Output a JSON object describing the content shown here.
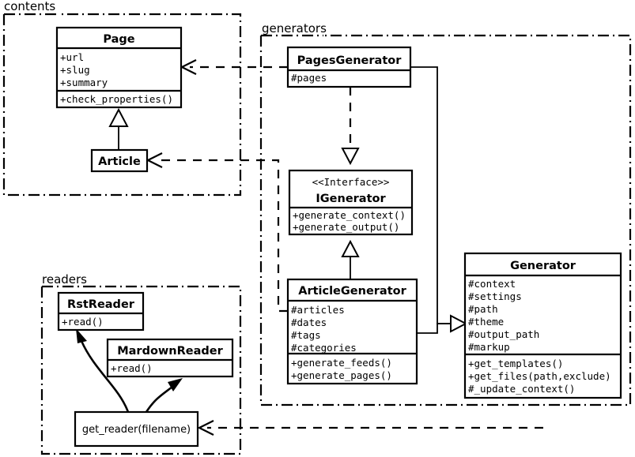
{
  "diagram": {
    "kind": "uml-class-diagram",
    "packages": [
      {
        "id": "contents",
        "label": "contents"
      },
      {
        "id": "generators",
        "label": "generators"
      },
      {
        "id": "readers",
        "label": "readers"
      }
    ],
    "classes": {
      "page": {
        "name": "Page",
        "attributes": [
          "+url",
          "+slug",
          "+summary"
        ],
        "operations": [
          "+check_properties()"
        ]
      },
      "article": {
        "name": "Article",
        "attributes": [],
        "operations": []
      },
      "pages_generator": {
        "name": "PagesGenerator",
        "attributes": [
          "#pages"
        ],
        "operations": []
      },
      "igenerator": {
        "stereotype": "<<Interface>>",
        "name": "IGenerator",
        "attributes": [],
        "operations": [
          "+generate_context()",
          "+generate_output()"
        ]
      },
      "article_generator": {
        "name": "ArticleGenerator",
        "attributes": [
          "#articles",
          "#dates",
          "#tags",
          "#categories"
        ],
        "operations": [
          "+generate_feeds()",
          "+generate_pages()"
        ]
      },
      "generator": {
        "name": "Generator",
        "attributes": [
          "#context",
          "#settings",
          "#path",
          "#theme",
          "#output_path",
          "#markup"
        ],
        "operations": [
          "+get_templates()",
          "+get_files(path,exclude)",
          "#_update_context()"
        ]
      },
      "rst_reader": {
        "name": "RstReader",
        "attributes": [],
        "operations": [
          "+read()"
        ]
      },
      "mardown_reader": {
        "name": "MardownReader",
        "attributes": [],
        "operations": [
          "+read()"
        ]
      }
    },
    "functions": {
      "get_reader": {
        "label": "get_reader(filename)"
      }
    },
    "relations": [
      {
        "name": "article-generalizes-page",
        "type": "generalization",
        "from": "article",
        "to": "page"
      },
      {
        "name": "pagesgenerator-realizes-igenerator",
        "type": "realization",
        "from": "pages_generator",
        "to": "igenerator"
      },
      {
        "name": "articlegenerator-realizes-igenerator",
        "type": "generalization",
        "from": "article_generator",
        "to": "igenerator"
      },
      {
        "name": "pagesgenerator-generalizes-generator",
        "type": "generalization",
        "from": "pages_generator",
        "to": "generator"
      },
      {
        "name": "articlegenerator-generalizes-generator",
        "type": "generalization",
        "from": "article_generator",
        "to": "generator"
      },
      {
        "name": "pagesgenerator-uses-page",
        "type": "dependency",
        "from": "pages_generator",
        "to": "page"
      },
      {
        "name": "articlegenerator-uses-article",
        "type": "dependency",
        "from": "article_generator",
        "to": "article"
      },
      {
        "name": "generator-uses-get-reader",
        "type": "dependency",
        "from": "generator",
        "to": "get_reader"
      },
      {
        "name": "get-reader-returns-rstreader",
        "type": "return",
        "from": "get_reader",
        "to": "rst_reader"
      },
      {
        "name": "get-reader-returns-mardownreader",
        "type": "return",
        "from": "get_reader",
        "to": "mardown_reader"
      }
    ],
    "colors": {
      "stroke": "#000000",
      "fill": "#ffffff",
      "background": "#ffffff"
    }
  }
}
